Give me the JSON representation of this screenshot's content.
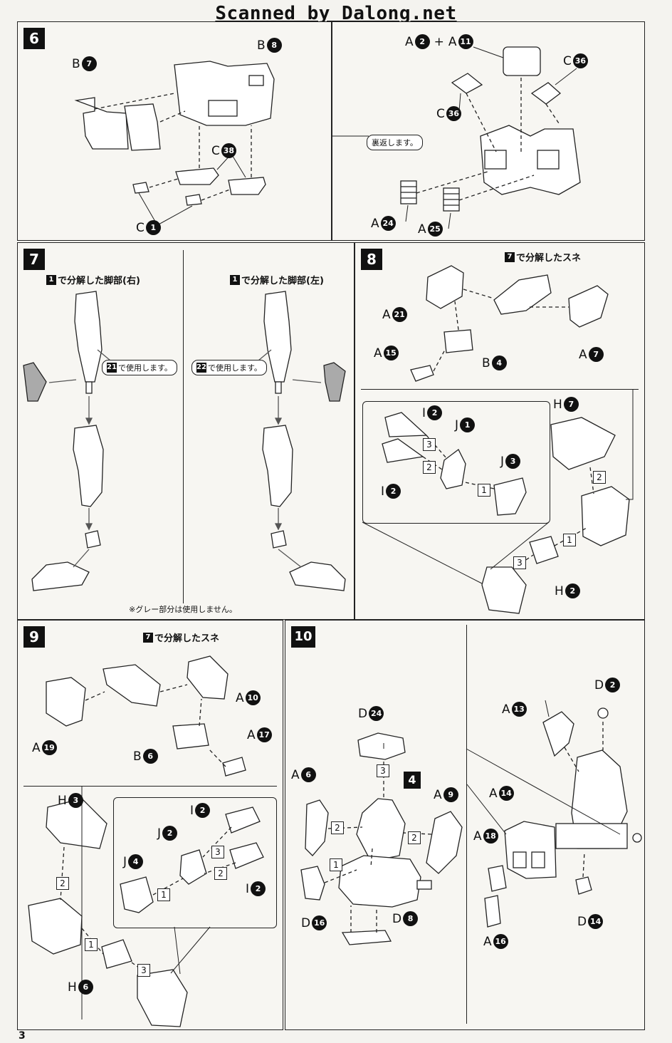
{
  "header": "Scanned by Dalong.net",
  "page_number": "3",
  "steps": {
    "s6": {
      "number": "6",
      "flip_note": "裏返します。",
      "labels": {
        "b7": {
          "letter": "B",
          "num": "7"
        },
        "b8": {
          "letter": "B",
          "num": "8"
        },
        "c38": {
          "letter": "C",
          "num": "38"
        },
        "c1": {
          "letter": "C",
          "num": "1"
        },
        "a2": {
          "letter": "A",
          "num": "2"
        },
        "plus": "+",
        "a11": {
          "letter": "A",
          "num": "11"
        },
        "c36a": {
          "letter": "C",
          "num": "36"
        },
        "c36b": {
          "letter": "C",
          "num": "36"
        },
        "a24": {
          "letter": "A",
          "num": "24"
        },
        "a25": {
          "letter": "A",
          "num": "25"
        }
      }
    },
    "s7": {
      "number": "7",
      "right_title": {
        "num": "1",
        "text": "で分解した脚部(右)"
      },
      "left_title": {
        "num": "1",
        "text": "で分解した脚部(左)"
      },
      "use_right": {
        "num": "21",
        "text": "で使用します。"
      },
      "use_left": {
        "num": "22",
        "text": "で使用します。"
      },
      "note": "※グレー部分は使用しません。"
    },
    "s8": {
      "number": "8",
      "title": {
        "num": "7",
        "text": "で分解したスネ"
      },
      "labels": {
        "a21": {
          "letter": "A",
          "num": "21"
        },
        "a15": {
          "letter": "A",
          "num": "15"
        },
        "b4": {
          "letter": "B",
          "num": "4"
        },
        "a7": {
          "letter": "A",
          "num": "7"
        },
        "i2a": {
          "letter": "I",
          "num": "2"
        },
        "j1": {
          "letter": "J",
          "num": "1"
        },
        "j3": {
          "letter": "J",
          "num": "3"
        },
        "i2b": {
          "letter": "I",
          "num": "2"
        },
        "h7": {
          "letter": "H",
          "num": "7"
        },
        "h2": {
          "letter": "H",
          "num": "2"
        }
      },
      "order": [
        "3",
        "2",
        "1",
        "2",
        "1",
        "3"
      ]
    },
    "s9": {
      "number": "9",
      "title": {
        "num": "7",
        "text": "で分解したスネ"
      },
      "labels": {
        "a10": {
          "letter": "A",
          "num": "10"
        },
        "a19": {
          "letter": "A",
          "num": "19"
        },
        "b6": {
          "letter": "B",
          "num": "6"
        },
        "a17": {
          "letter": "A",
          "num": "17"
        },
        "h3": {
          "letter": "H",
          "num": "3"
        },
        "i2a": {
          "letter": "I",
          "num": "2"
        },
        "j2": {
          "letter": "J",
          "num": "2"
        },
        "j4": {
          "letter": "J",
          "num": "4"
        },
        "i2b": {
          "letter": "I",
          "num": "2"
        },
        "h6": {
          "letter": "H",
          "num": "6"
        }
      },
      "order": [
        "2",
        "3",
        "2",
        "1",
        "1",
        "3"
      ]
    },
    "s10": {
      "number": "10",
      "sub_step": "4",
      "labels": {
        "d24": {
          "letter": "D",
          "num": "24"
        },
        "a6": {
          "letter": "A",
          "num": "6"
        },
        "a9": {
          "letter": "A",
          "num": "9"
        },
        "d16": {
          "letter": "D",
          "num": "16"
        },
        "d8": {
          "letter": "D",
          "num": "8"
        },
        "d2": {
          "letter": "D",
          "num": "2"
        },
        "a13": {
          "letter": "A",
          "num": "13"
        },
        "a14": {
          "letter": "A",
          "num": "14"
        },
        "a18": {
          "letter": "A",
          "num": "18"
        },
        "a16": {
          "letter": "A",
          "num": "16"
        },
        "d14": {
          "letter": "D",
          "num": "14"
        }
      },
      "order": [
        "3",
        "2",
        "2",
        "1"
      ]
    }
  }
}
